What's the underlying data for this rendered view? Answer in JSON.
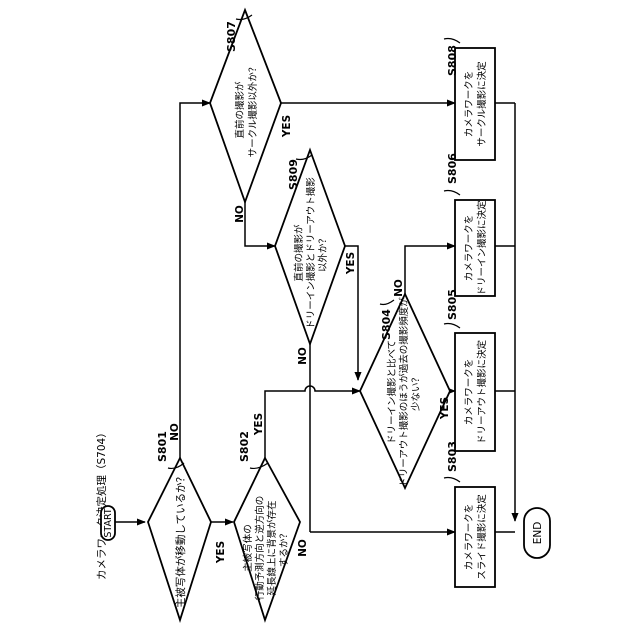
{
  "title": "カメラワーク決定処理（S704）",
  "terminals": {
    "start": "START",
    "end": "END"
  },
  "steps": {
    "s801": "S801",
    "s802": "S802",
    "s803": "S803",
    "s804": "S804",
    "s805": "S805",
    "s806": "S806",
    "s807": "S807",
    "s808": "S808",
    "s809": "S809"
  },
  "decisions": {
    "s801": [
      "主被写体が移動しているか？"
    ],
    "s802": [
      "主被写体の",
      "行動予測方向と逆方向の",
      "延長線上に背景が存在",
      "するか？"
    ],
    "s804": [
      "ドリーイン撮影と比べて",
      "ドリーアウト撮影のほうが過去の撮影頻度が",
      "少ない？"
    ],
    "s807": [
      "直前の撮影が",
      "サークル撮影以外か？"
    ],
    "s809": [
      "直前の撮影が",
      "ドリーイン撮影とドリーアウト撮影",
      "以外か？"
    ]
  },
  "processes": {
    "s803": [
      "カメラワークを",
      "スライド撮影に決定"
    ],
    "s805": [
      "カメラワークを",
      "ドリーアウト撮影に決定"
    ],
    "s806": [
      "カメラワークを",
      "ドリーイン撮影に決定"
    ],
    "s808": [
      "カメラワークを",
      "サークル撮影に決定"
    ]
  },
  "branch_labels": {
    "yes": "YES",
    "no": "NO"
  },
  "colors": {
    "line": "#000000",
    "background": "#ffffff"
  }
}
